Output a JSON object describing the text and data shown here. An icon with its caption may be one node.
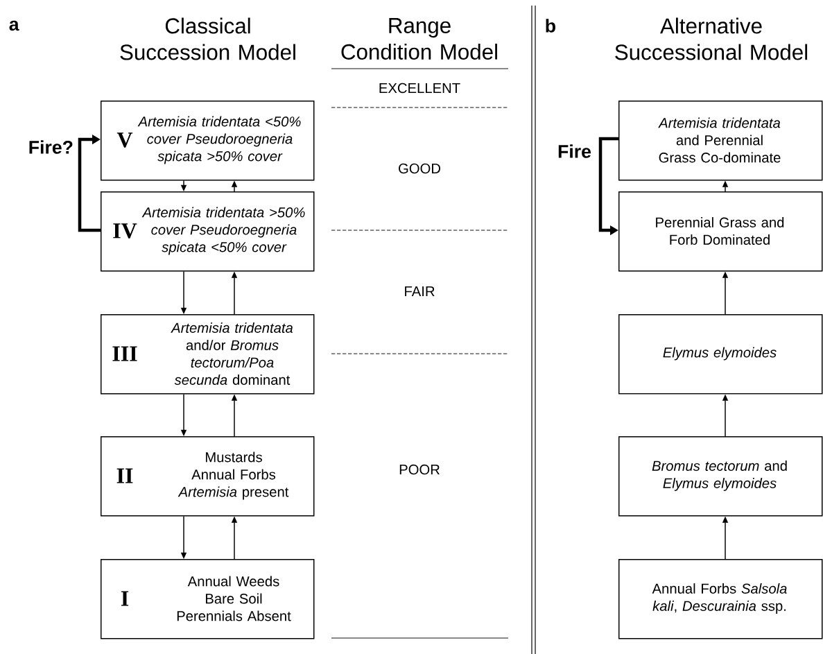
{
  "diagram": {
    "nodes": [
      {
        "text": [
          "V",
          "Artemisia tridentata <50% cover Pseudoroegneria spicata >50% cover"
        ]
      },
      {
        "text": [
          "IV",
          "Artemisia tridentata >50% cover Pseudoroegneria spicata <50% cover"
        ]
      },
      {
        "text": [
          "III",
          "*Artemisia tridentata* and/or *Bromus tectorum/Poa secunda* dominant"
        ]
      },
      {
        "text": [
          "II",
          "Mustards Annual Forbs *Artemisia* present"
        ]
      },
      {
        "text": [
          "I",
          "Annual Weeds Bare Soil Perennials Absent"
        ]
      },
      {
        "text": [
          "*Artemisia tridentata* and Perennial Grass Co-dominate"
        ]
      },
      {
        "text": [
          "Perennial Grass and Forb Dominated"
        ]
      },
      {
        "text": [
          "Elymus elymoides"
        ]
      },
      {
        "text": [
          "*Bromus tectorum* and *Elymus elymoides*"
        ]
      },
      {
        "text": [
          "Annual Forbs *Salsola kali*, *Descurainia* ssp."
        ]
      }
    ],
    "edges": [
      {
        "from": 0,
        "to": 1,
        "arrow": "to"
      },
      {
        "from": 1,
        "to": 0,
        "arrow": "to"
      },
      {
        "from": 1,
        "to": 0,
        "arrow": "to",
        "style": "thick",
        "label": "Fire?"
      },
      {
        "from": 1,
        "to": 2,
        "arrow": "to"
      },
      {
        "from": 2,
        "to": 1,
        "arrow": "to"
      },
      {
        "from": 2,
        "to": 3,
        "arrow": "to"
      },
      {
        "from": 3,
        "to": 2,
        "arrow": "to"
      },
      {
        "from": 3,
        "to": 4,
        "arrow": "to"
      },
      {
        "from": 4,
        "to": 3,
        "arrow": "to"
      },
      {
        "from": 5,
        "to": 6,
        "arrow": "to",
        "style": "thick",
        "label": "Fire"
      },
      {
        "from": 6,
        "to": 5,
        "arrow": "to"
      },
      {
        "from": 7,
        "to": 6,
        "arrow": "to"
      },
      {
        "from": 8,
        "to": 7,
        "arrow": "to"
      },
      {
        "from": 9,
        "to": 8,
        "arrow": "to"
      }
    ],
    "labels": [
      "a",
      "Classical Succession Model",
      "Range Condition Model",
      "b",
      "Alternative Successional Model",
      "EXCELLENT",
      "GOOD",
      "FAIR",
      "POOR"
    ]
  }
}
